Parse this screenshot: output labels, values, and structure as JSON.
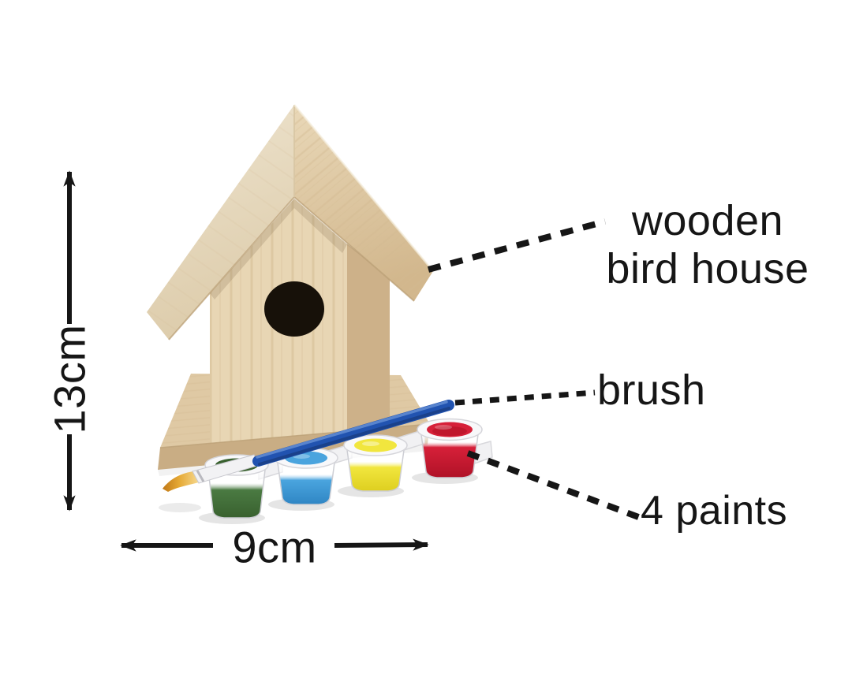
{
  "scene": {
    "background": "#ffffff",
    "ink": "#161616"
  },
  "dimensions": {
    "height": {
      "label": "13cm"
    },
    "width": {
      "label": "9cm"
    }
  },
  "callouts": {
    "birdhouse": {
      "line1": "wooden",
      "line2": "bird house"
    },
    "brush": {
      "label": "brush"
    },
    "paints": {
      "label": "4 paints"
    }
  },
  "product": {
    "hole": "#171109",
    "wood": {
      "roof_left": "#eee4cf",
      "roof_left_deep": "#ddccab",
      "roof_right": "#e9d8b8",
      "roof_right_deep": "#d2b78d",
      "front": "#e8d6b4",
      "grain": "#d2b990",
      "side": "#cdb189",
      "base_top": "#dfc9a4",
      "base_front": "#c9ad84",
      "edge": "#bba077"
    },
    "pot": {
      "rim": "#f8f8fa",
      "stroke": "#cdced4"
    },
    "paints": [
      {
        "name": "green",
        "color": "#4a7a42",
        "dark": "#39612f"
      },
      {
        "name": "blue",
        "color": "#4aa4de",
        "dark": "#2f86c4"
      },
      {
        "name": "yellow",
        "color": "#f1e63e",
        "dark": "#decf20"
      },
      {
        "name": "red",
        "color": "#d62039",
        "dark": "#b01227"
      }
    ],
    "brush": {
      "handle": "#2153b0",
      "highlight": "#5e8ad2",
      "handle_dark": "#16336e",
      "ferrule": "#f2f2f4",
      "bristle": "#e5a833",
      "bristle_dark": "#c07818",
      "bristle_light": "#f6d98f"
    }
  }
}
